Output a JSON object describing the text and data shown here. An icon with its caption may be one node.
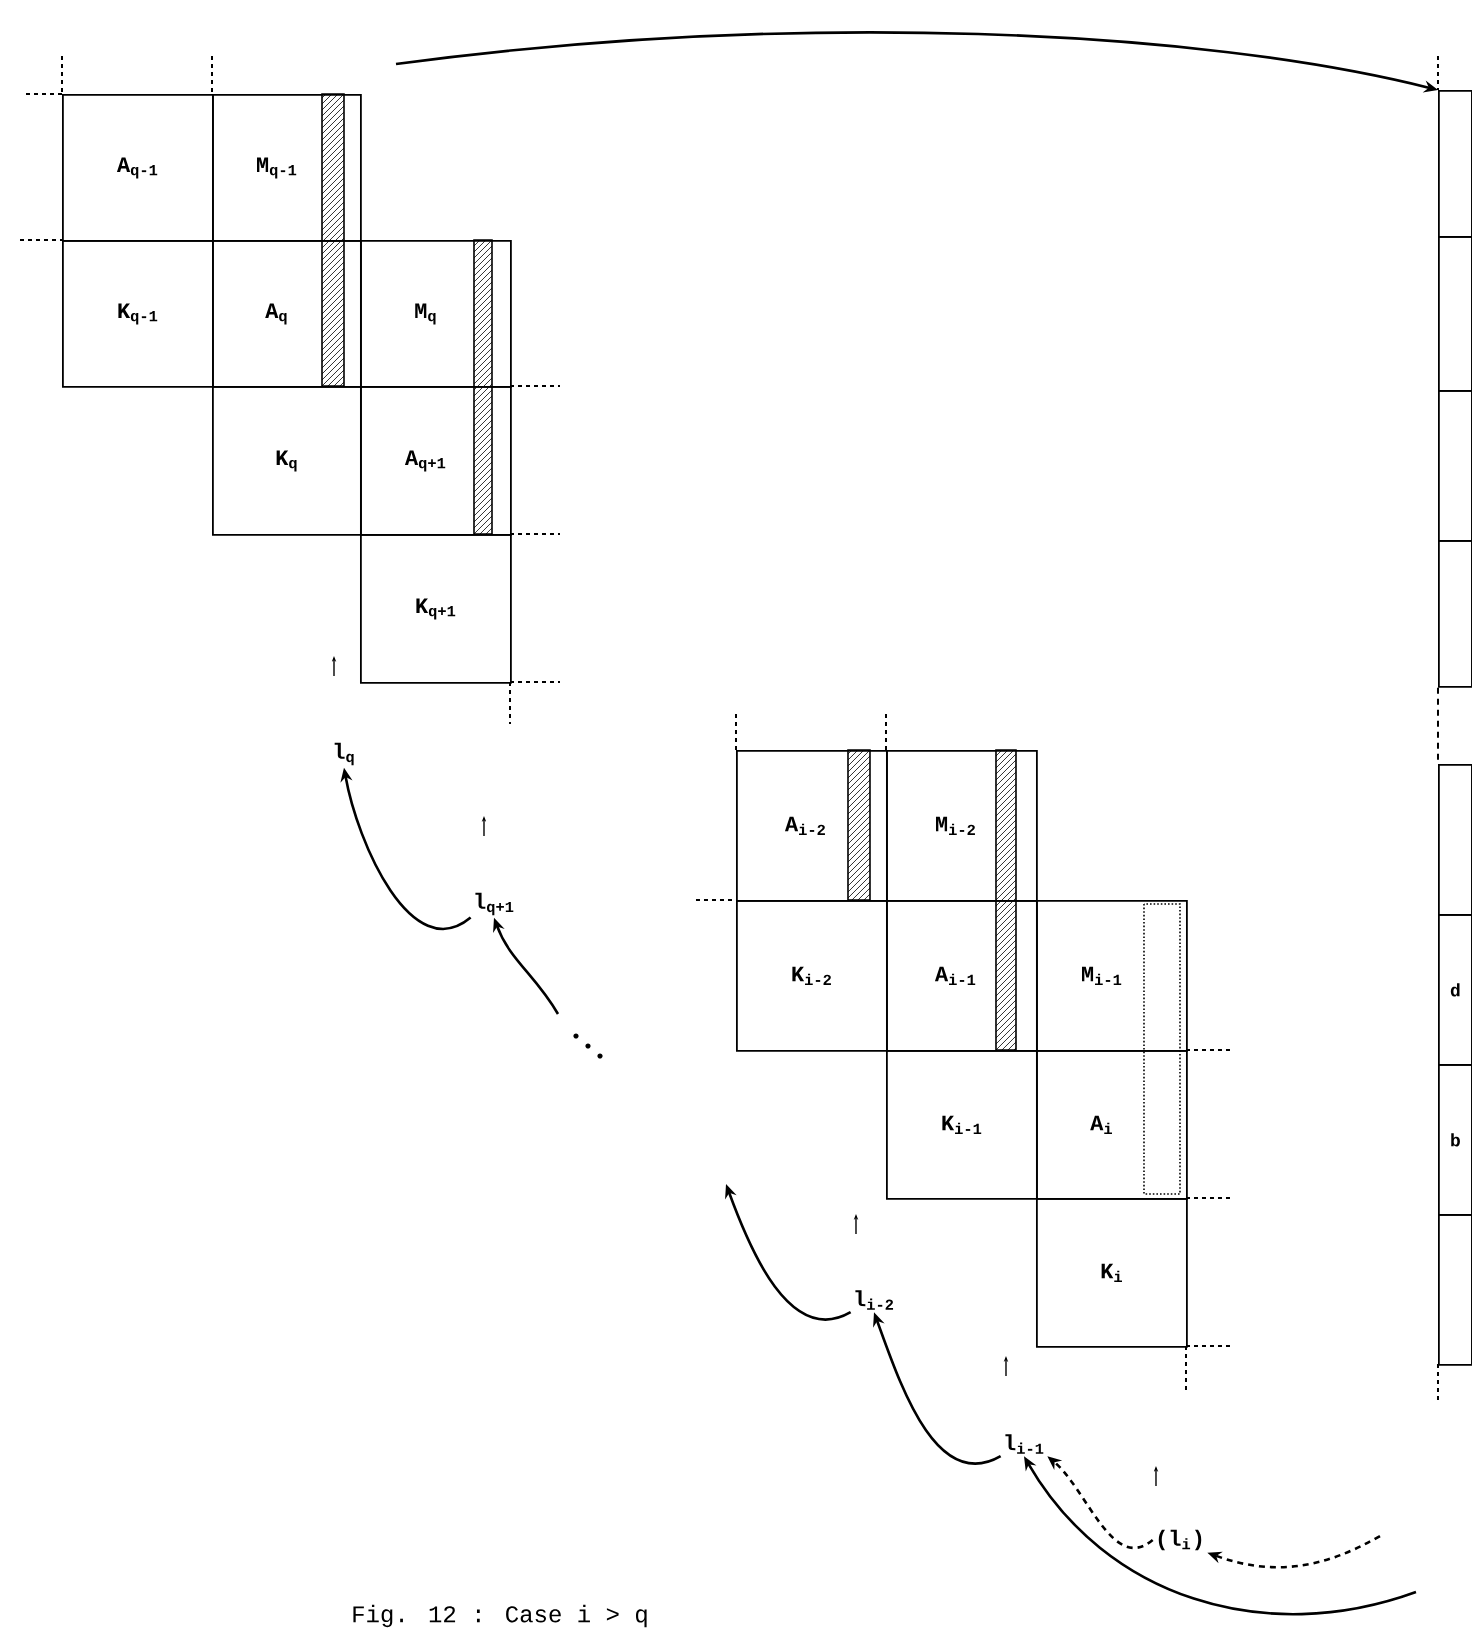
{
  "diagram": {
    "caption": "Fig. 12 : Case i > q",
    "nodes": [
      {
        "text": [
          "A$_{q-1}$"
        ]
      },
      {
        "text": [
          "M$_{q-1}$"
        ]
      },
      {
        "text": [
          "K$_{q-1}$"
        ]
      },
      {
        "text": [
          "A$_{q}$"
        ]
      },
      {
        "text": [
          "M$_{q}$"
        ]
      },
      {
        "text": [
          "K$_{q}$"
        ]
      },
      {
        "text": [
          "A$_{q+1}$"
        ]
      },
      {
        "text": [
          "K$_{q+1}$"
        ]
      },
      {
        "text": [
          "l$_{q}$"
        ]
      },
      {
        "text": [
          "l$_{q+1}$"
        ]
      },
      {
        "text": [
          "A$_{i-2}$"
        ]
      },
      {
        "text": [
          "M$_{i-2}$"
        ]
      },
      {
        "text": [
          "K$_{i-2}$"
        ]
      },
      {
        "text": [
          "A$_{i-1}$"
        ]
      },
      {
        "text": [
          "M$_{i-1}$"
        ]
      },
      {
        "text": [
          "K$_{i-1}$"
        ]
      },
      {
        "text": [
          "A$_{i}$"
        ]
      },
      {
        "text": [
          "K$_{i}$"
        ]
      },
      {
        "text": [
          "l$_{i-2}$"
        ]
      },
      {
        "text": [
          "l$_{i-1}$"
        ]
      },
      {
        "text": [
          "(l$_{i}$)"
        ]
      },
      {
        "text": [],
        "shape": "box"
      },
      {
        "text": [],
        "shape": "box"
      },
      {
        "text": [],
        "shape": "box"
      },
      {
        "text": [],
        "shape": "box"
      },
      {
        "text": [],
        "shape": "box"
      },
      {
        "text": [
          "d"
        ]
      },
      {
        "text": [
          "b"
        ]
      },
      {
        "text": [],
        "shape": "box"
      }
    ],
    "edges": [
      {
        "from": null,
        "to": 21,
        "arrow": "to"
      },
      {
        "from": 9,
        "to": 8,
        "arrow": "to"
      },
      {
        "from": null,
        "to": 9,
        "arrow": "to"
      },
      {
        "from": 18,
        "to": null,
        "arrow": "to"
      },
      {
        "from": 19,
        "to": 18,
        "arrow": "to"
      },
      {
        "from": 20,
        "to": 19,
        "arrow": "to",
        "style": "dashed"
      },
      {
        "from": null,
        "to": 20,
        "arrow": "to",
        "style": "dashed"
      },
      {
        "from": null,
        "to": 19,
        "arrow": "to"
      },
      {
        "from": 24,
        "to": 25,
        "arrow": "none",
        "style": "dashed"
      }
    ]
  }
}
